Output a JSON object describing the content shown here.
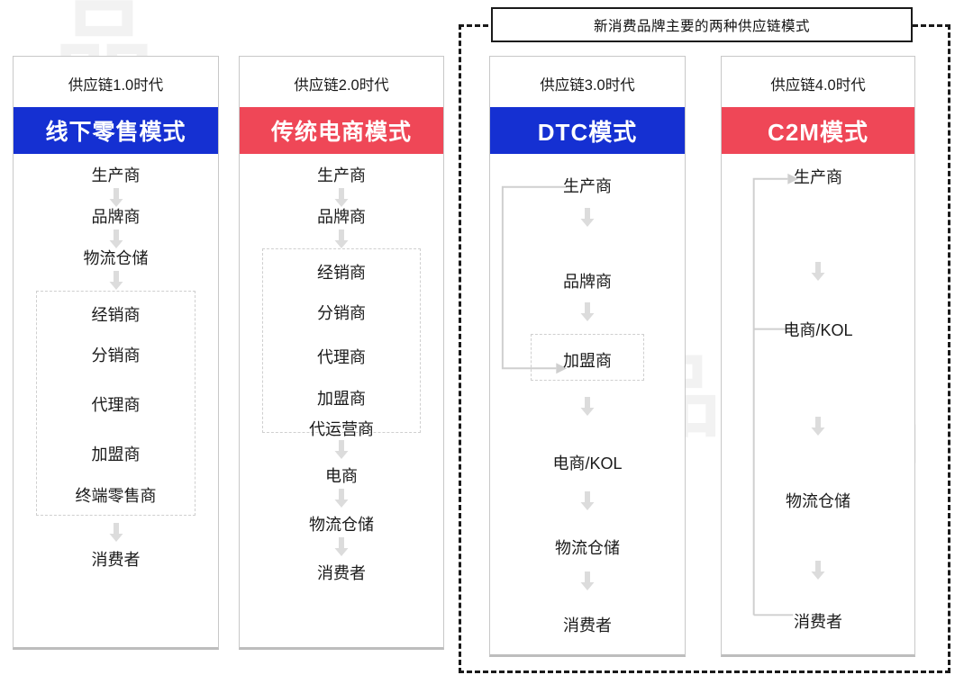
{
  "group": {
    "banner_text": "新消费品牌主要的两种供应链模式"
  },
  "colors": {
    "blue": "#1530d2",
    "red": "#ef4757",
    "arrow_gray": "#dcdcdc",
    "line_gray": "#cfcfcf",
    "frame_black": "#1a1a1a"
  },
  "columns": [
    {
      "era": "供应链1.0时代",
      "mode": "线下零售模式",
      "mode_color": "blue",
      "nodes": [
        "生产商",
        "品牌商",
        "物流仓储",
        "经销商",
        "分销商",
        "代理商",
        "加盟商",
        "终端零售商",
        "消费者"
      ],
      "grouped_nodes": [
        "经销商",
        "分销商",
        "代理商",
        "加盟商",
        "终端零售商"
      ]
    },
    {
      "era": "供应链2.0时代",
      "mode": "传统电商模式",
      "mode_color": "red",
      "nodes": [
        "生产商",
        "品牌商",
        "经销商",
        "分销商",
        "代理商",
        "加盟商",
        "代运营商",
        "电商",
        "物流仓储",
        "消费者"
      ],
      "grouped_nodes": [
        "经销商",
        "分销商",
        "代理商",
        "加盟商",
        "代运营商"
      ]
    },
    {
      "era": "供应链3.0时代",
      "mode": "DTC模式",
      "mode_color": "blue",
      "nodes": [
        "生产商",
        "品牌商",
        "加盟商",
        "电商/KOL",
        "物流仓储",
        "消费者"
      ],
      "grouped_nodes": [
        "加盟商"
      ],
      "bypass": "品牌商 → 电商/KOL"
    },
    {
      "era": "供应链4.0时代",
      "mode": "C2M模式",
      "mode_color": "red",
      "nodes": [
        "生产商",
        "电商/KOL",
        "物流仓储",
        "消费者"
      ],
      "grouped_nodes": [],
      "feedback": "消费者 → 生产商"
    }
  ],
  "watermark": "品"
}
